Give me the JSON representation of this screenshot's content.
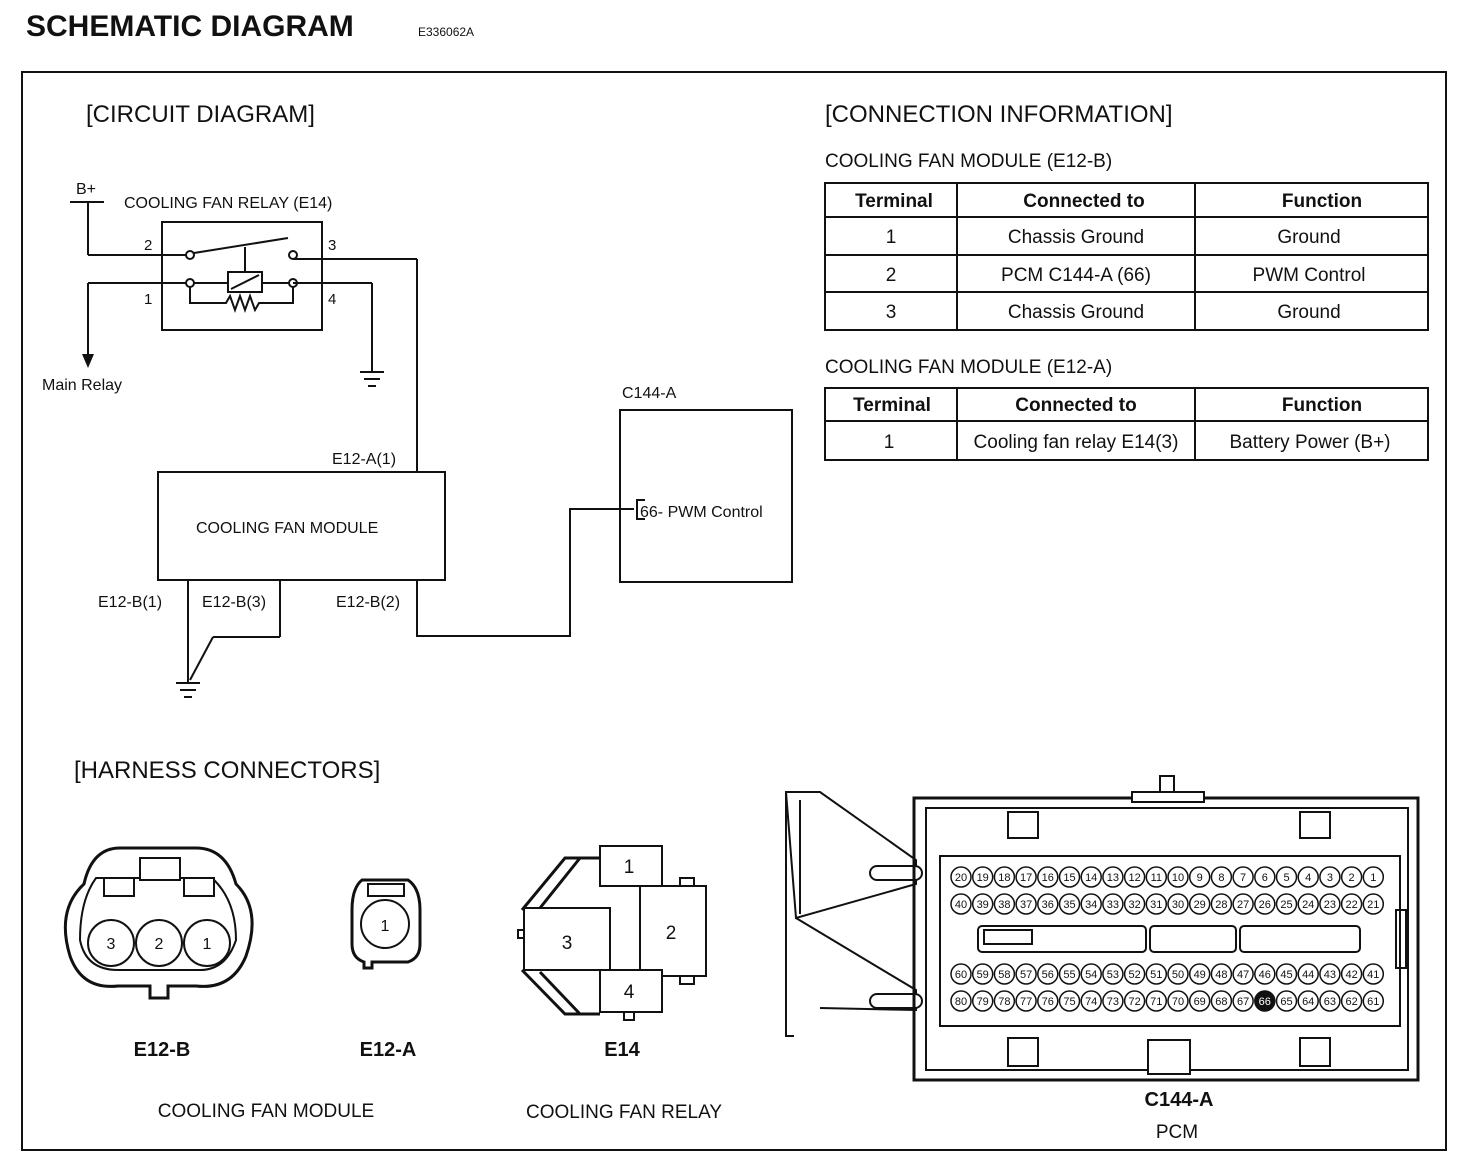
{
  "header": {
    "title": "SCHEMATIC DIAGRAM",
    "code": "E336062A"
  },
  "circuit": {
    "heading": "[CIRCUIT DIAGRAM]",
    "bplus": "B+",
    "relay_label": "COOLING FAN RELAY (E14)",
    "relay_pins": [
      "2",
      "3",
      "1",
      "4"
    ],
    "main_relay": "Main Relay",
    "module_label": "COOLING FAN MODULE",
    "e12a1": "E12-A(1)",
    "e12b1": "E12-B(1)",
    "e12b3": "E12-B(3)",
    "e12b2": "E12-B(2)",
    "pcm_connector": "C144-A",
    "pwm_pin": "66- PWM Control"
  },
  "connection": {
    "heading": "[CONNECTION INFORMATION]",
    "table_b": {
      "title": "COOLING FAN MODULE (E12-B)",
      "headers": [
        "Terminal",
        "Connected to",
        "Function"
      ],
      "rows": [
        [
          "1",
          "Chassis Ground",
          "Ground"
        ],
        [
          "2",
          "PCM C144-A (66)",
          "PWM Control"
        ],
        [
          "3",
          "Chassis Ground",
          "Ground"
        ]
      ]
    },
    "table_a": {
      "title": "COOLING FAN MODULE (E12-A)",
      "headers": [
        "Terminal",
        "Connected to",
        "Function"
      ],
      "rows": [
        [
          "1",
          "Cooling fan relay E14(3)",
          "Battery Power (B+)"
        ]
      ]
    }
  },
  "harness": {
    "heading": "[HARNESS CONNECTORS]",
    "e12b": {
      "name": "E12-B",
      "pins": [
        "3",
        "2",
        "1"
      ]
    },
    "e12a": {
      "name": "E12-A",
      "pins": [
        "1"
      ]
    },
    "e14": {
      "name": "E14",
      "pins": [
        "1",
        "2",
        "3",
        "4"
      ]
    },
    "module_caption": "COOLING FAN MODULE",
    "relay_caption": "COOLING FAN RELAY",
    "pcm": {
      "name": "C144-A",
      "caption": "PCM"
    }
  }
}
